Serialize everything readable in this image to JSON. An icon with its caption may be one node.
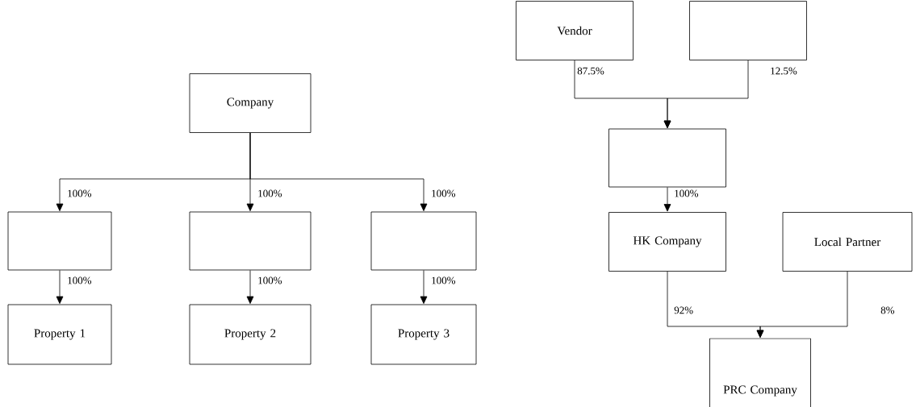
{
  "diagram": {
    "nodes": [
      {
        "text": [
          "Company"
        ]
      },
      {
        "text": [],
        "shape": "box"
      },
      {
        "text": [],
        "shape": "box"
      },
      {
        "text": [],
        "shape": "box"
      },
      {
        "text": [
          "Property 1"
        ]
      },
      {
        "text": [
          "Property 2"
        ]
      },
      {
        "text": [
          "Property 3"
        ]
      },
      {
        "text": [
          "Vendor"
        ]
      },
      {
        "text": [],
        "shape": "box"
      },
      {
        "text": [],
        "shape": "box"
      },
      {
        "text": [
          "HK Company"
        ]
      },
      {
        "text": [
          "Local Partner"
        ]
      },
      {
        "text": [
          "PRC Company"
        ]
      }
    ],
    "edges": [
      {
        "from": 0,
        "to": 1,
        "arrow": "to",
        "label": "100%"
      },
      {
        "from": 0,
        "to": 2,
        "arrow": "to",
        "label": "100%"
      },
      {
        "from": 0,
        "to": 3,
        "arrow": "to",
        "label": "100%"
      },
      {
        "from": 1,
        "to": 4,
        "arrow": "to",
        "label": "100%"
      },
      {
        "from": 2,
        "to": 5,
        "arrow": "to",
        "label": "100%"
      },
      {
        "from": 3,
        "to": 6,
        "arrow": "to",
        "label": "100%"
      },
      {
        "from": 7,
        "to": 9,
        "arrow": "to",
        "label": "87.5%"
      },
      {
        "from": 8,
        "to": 9,
        "arrow": "to",
        "label": "12.5%"
      },
      {
        "from": 9,
        "to": 10,
        "arrow": "to",
        "label": "100%"
      },
      {
        "from": 10,
        "to": 12,
        "arrow": "to",
        "label": "92%"
      },
      {
        "from": 11,
        "to": 12,
        "arrow": "to",
        "label": "8%"
      }
    ]
  }
}
